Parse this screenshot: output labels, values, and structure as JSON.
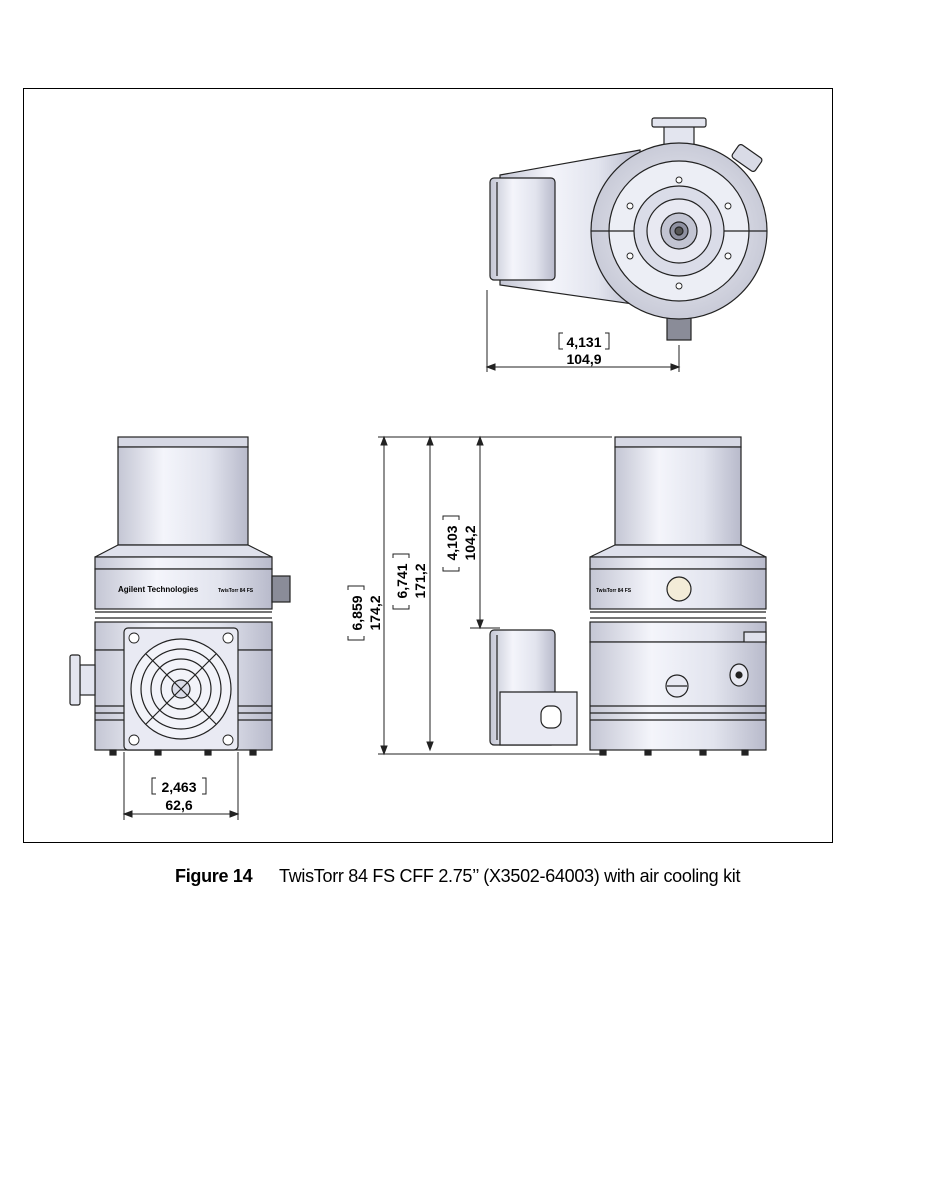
{
  "figure": {
    "number": "Figure 14",
    "caption": "TwisTorr 84 FS CFF 2.75’’ (X3502-64003) with air cooling kit"
  },
  "dimensions": {
    "top_view_width": {
      "inch": "4,131",
      "mm": "104,9"
    },
    "fan_width": {
      "inch": "2,463",
      "mm": "62,6"
    },
    "total_height": {
      "inch": "6,859",
      "mm": "174,2"
    },
    "body_height": {
      "inch": "6,741",
      "mm": "171,2"
    },
    "fan_top_height": {
      "inch": "4,103",
      "mm": "104,2"
    }
  },
  "labels": {
    "brand": "Agilent Technologies",
    "model_front": "TwisTorr 84 FS",
    "model_side": "TwisTorr 84 FS"
  },
  "colors": {
    "pump_body": "#e6e8f2",
    "pump_shade": "#c9cbd8",
    "outline": "#222222"
  }
}
